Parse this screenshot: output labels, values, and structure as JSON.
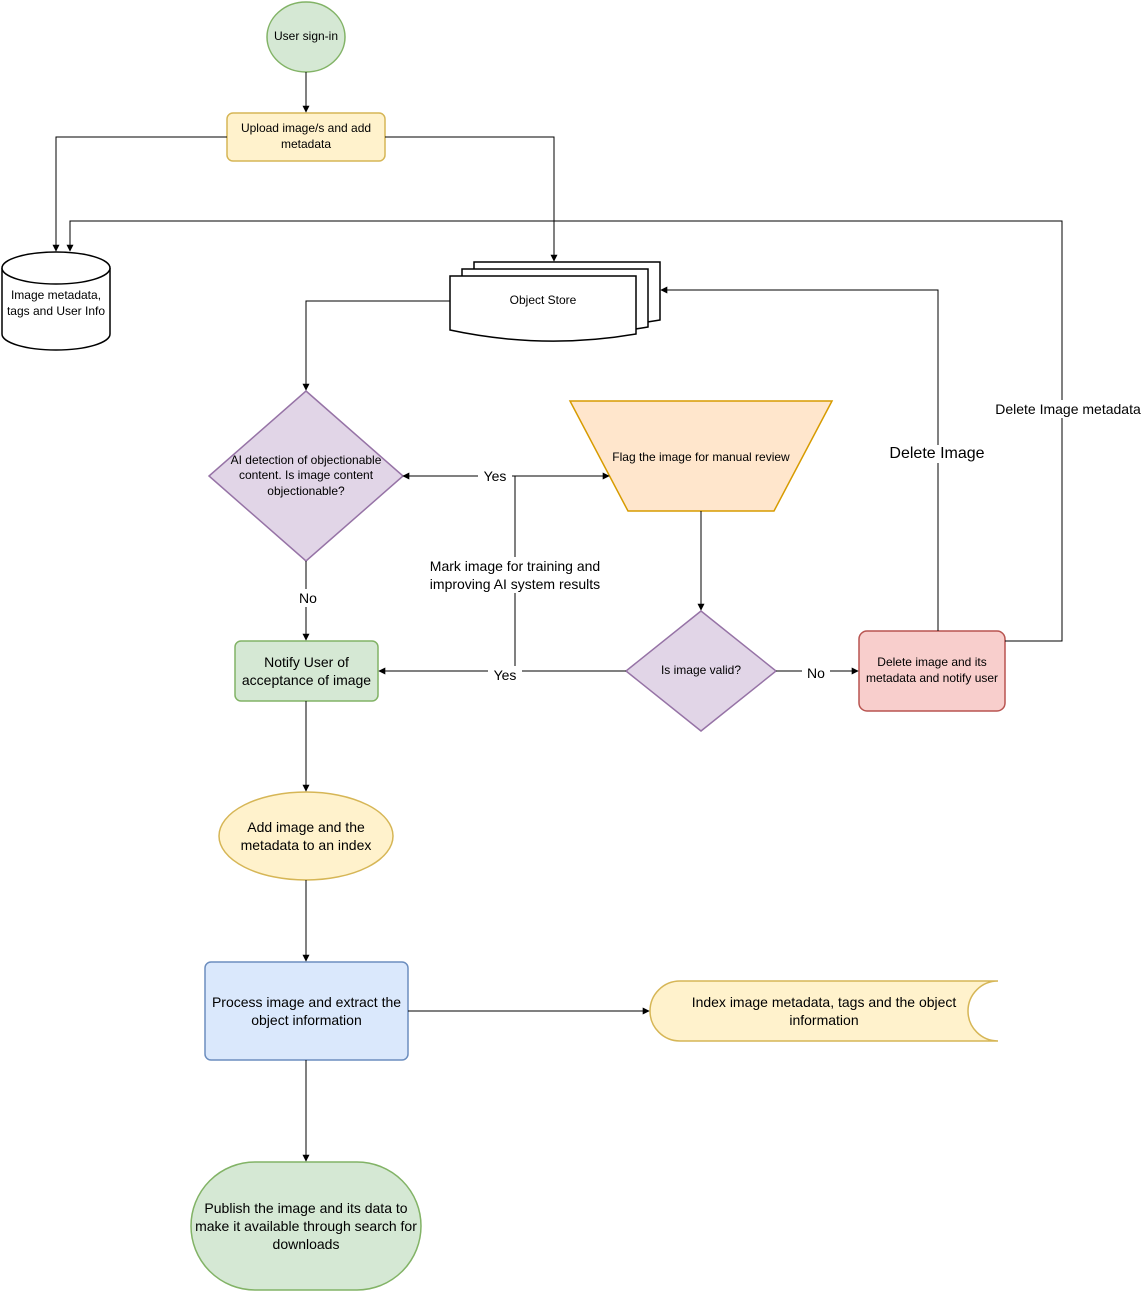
{
  "nodes": {
    "sign_in": "User sign-in",
    "upload": "Upload image/s and add metadata",
    "metadata_db": "Image metadata, tags and User Info",
    "object_store": "Object Store",
    "ai_detection": "AI detection of objectionable content. Is image content objectionable?",
    "flag_review": "Flag the image for manual review",
    "notify_accept": "Notify User of acceptance of image",
    "is_valid": "Is image valid?",
    "delete_notify": "Delete image and its metadata and notify user",
    "add_index": "Add image and the metadata to an index",
    "process_image": "Process image and extract the object information",
    "index_metadata": "Index image metadata, tags and the object information",
    "publish": "Publish the image and its data to make it available through search for downloads"
  },
  "edge_labels": {
    "ai_yes": "Yes",
    "ai_no": "No",
    "mark_training_1": "Mark image for training and",
    "mark_training_2": "improving AI system results",
    "valid_yes": "Yes",
    "valid_no": "No",
    "delete_image": "Delete Image",
    "delete_metadata": "Delete Image metadata"
  },
  "colors": {
    "green_fill": "#d5e8d4",
    "green_stroke": "#82b366",
    "yellow_fill": "#fff2cc",
    "yellow_stroke": "#d6b656",
    "purple_fill": "#e1d5e7",
    "purple_stroke": "#9673a6",
    "orange_fill": "#ffe6cc",
    "orange_stroke": "#d79b00",
    "red_fill": "#f8cecc",
    "red_stroke": "#b85450",
    "blue_fill": "#dae8fc",
    "blue_stroke": "#6c8ebf",
    "line": "#000000"
  }
}
